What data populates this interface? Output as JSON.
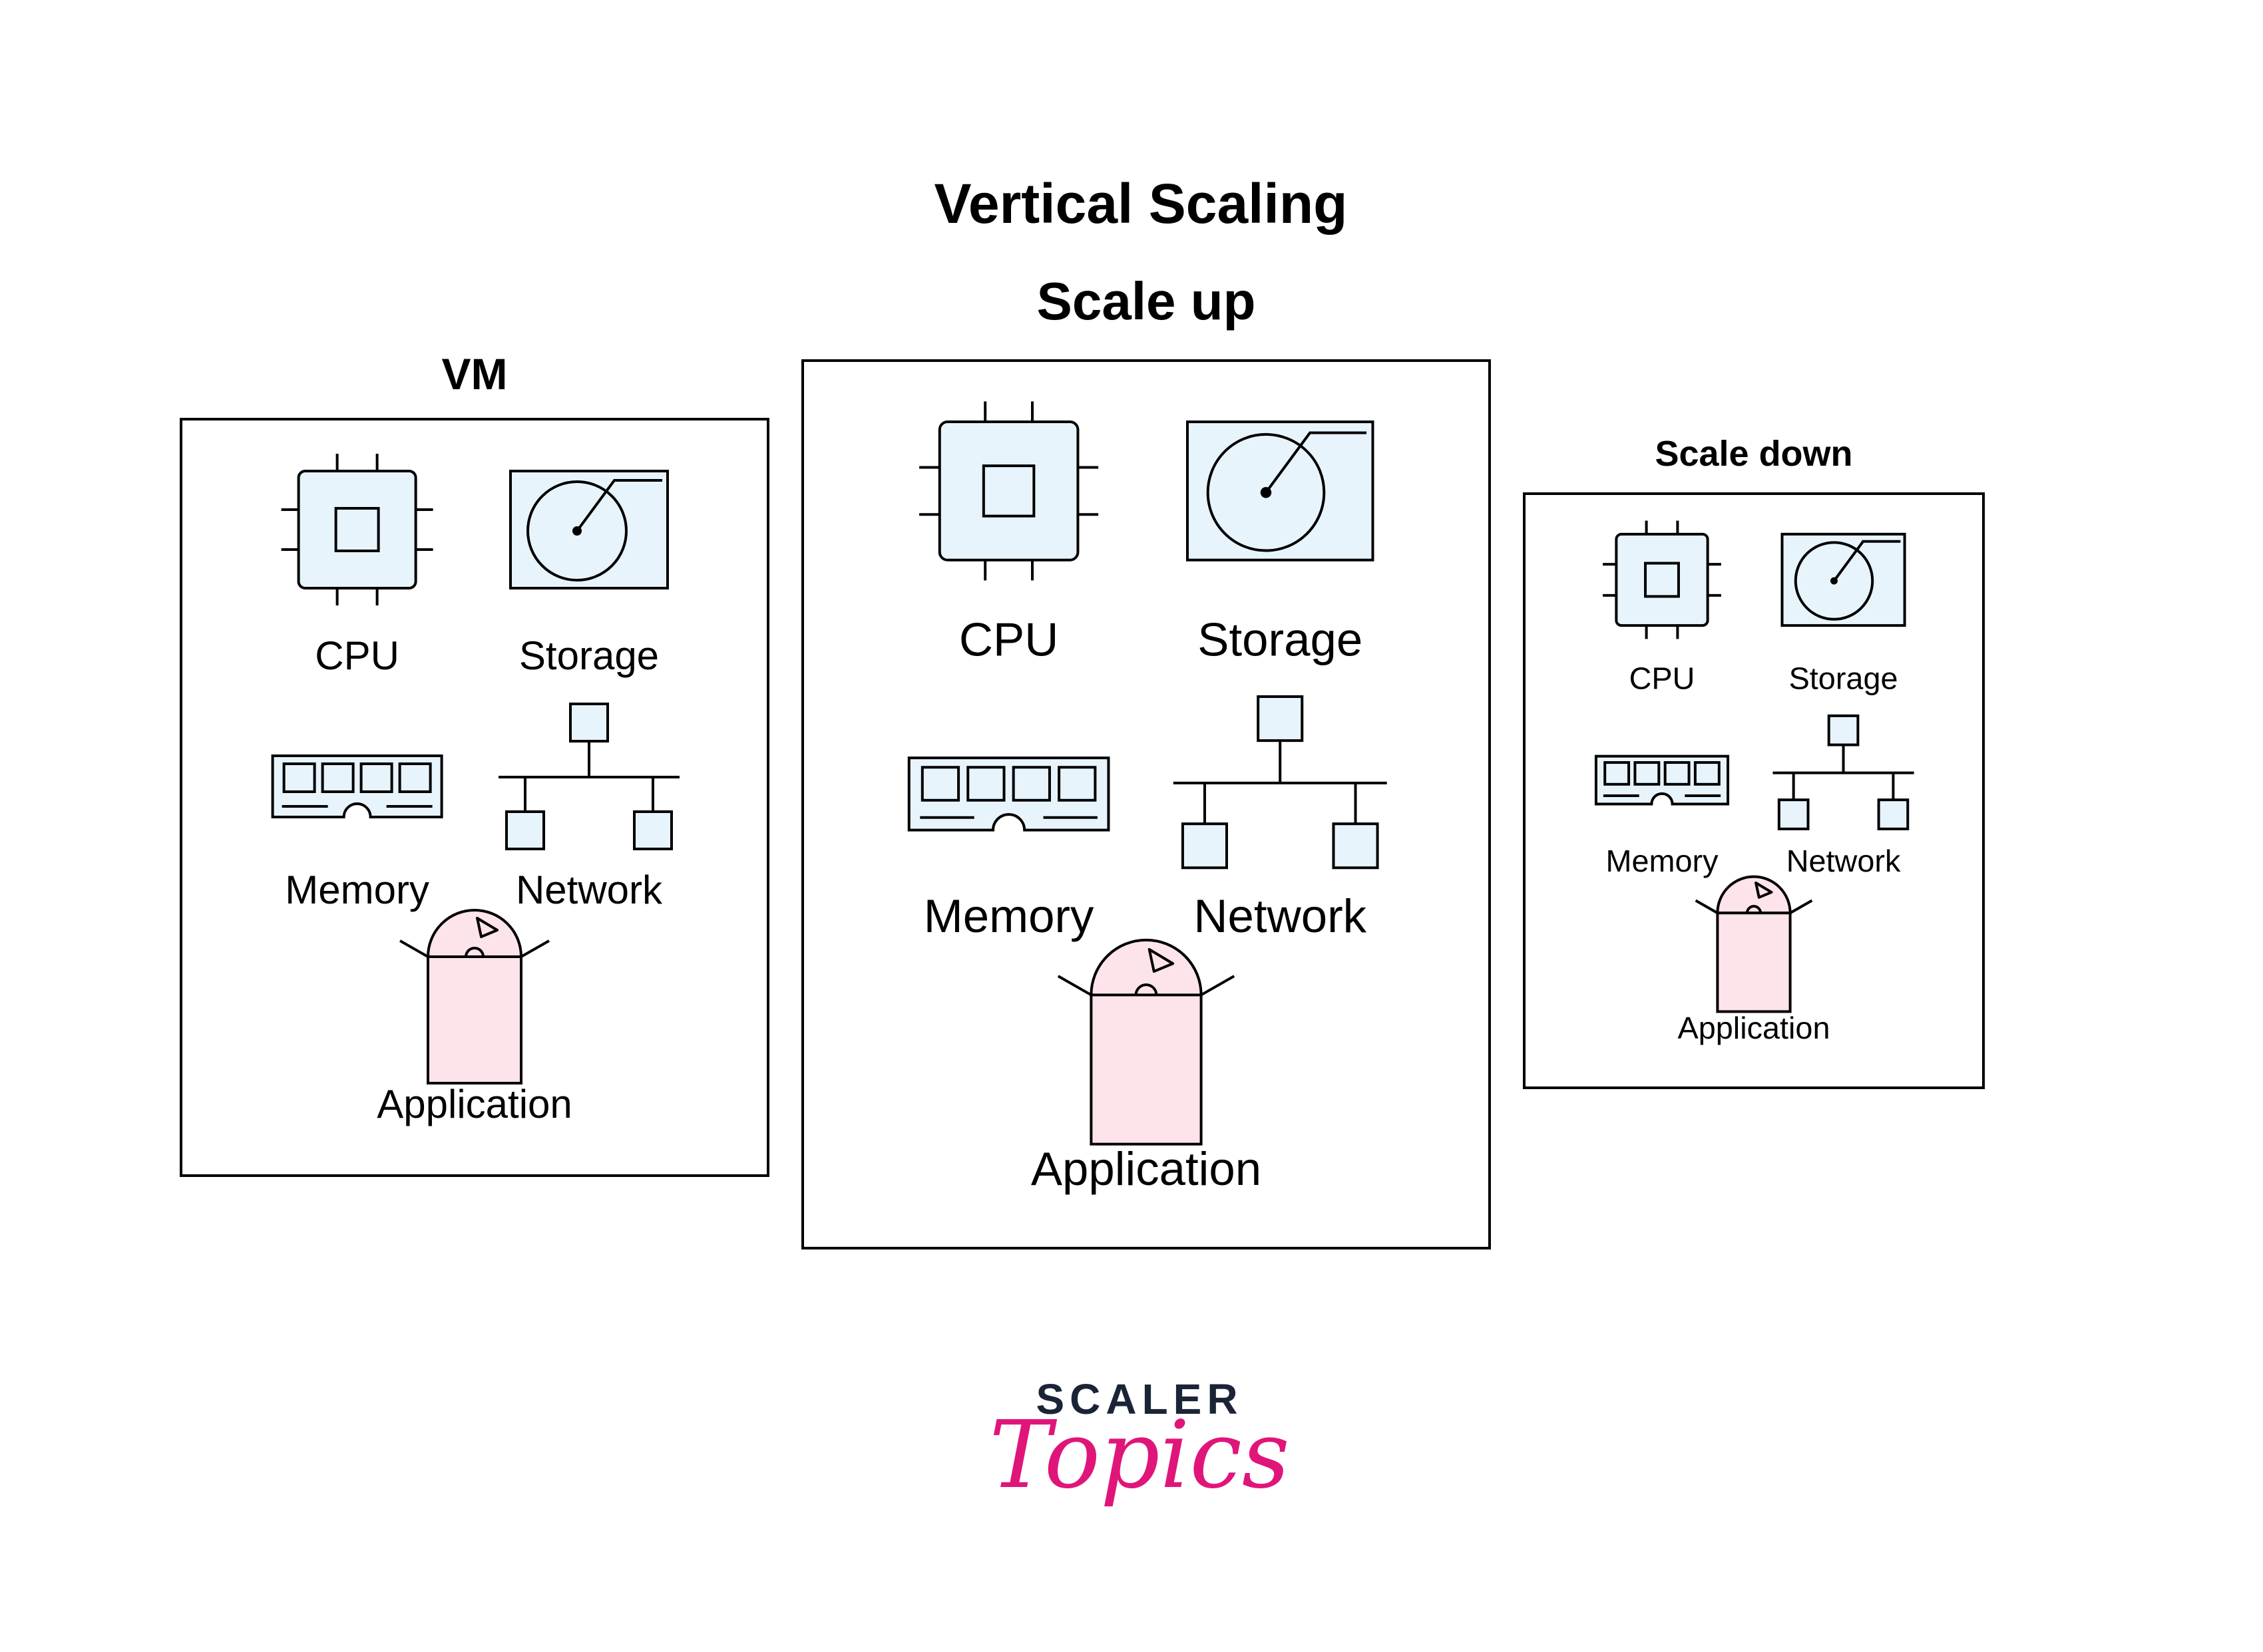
{
  "diagram": {
    "title": "Vertical Scaling",
    "colors": {
      "component_fill": "#e8f4fc",
      "app_fill": "#fde4ea",
      "stroke": "#000000",
      "brand_dark": "#1b2437",
      "brand_pink": "#e0157a"
    },
    "panels": [
      {
        "id": "vm",
        "heading": "VM",
        "labels": {
          "cpu": "CPU",
          "storage": "Storage",
          "memory": "Memory",
          "network": "Network",
          "application": "Application"
        }
      },
      {
        "id": "scale-up",
        "heading": "Scale up",
        "labels": {
          "cpu": "CPU",
          "storage": "Storage",
          "memory": "Memory",
          "network": "Network",
          "application": "Application"
        }
      },
      {
        "id": "scale-down",
        "heading": "Scale down",
        "labels": {
          "cpu": "CPU",
          "storage": "Storage",
          "memory": "Memory",
          "network": "Network",
          "application": "Application"
        }
      }
    ],
    "brand": {
      "name": "SCALER",
      "tagline": "Topics"
    }
  }
}
